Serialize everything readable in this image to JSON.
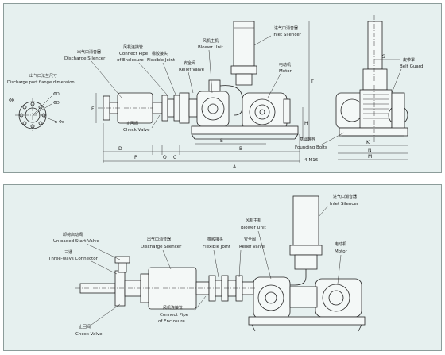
{
  "top": {
    "discharge_port_flange_cn": "出气口法兰尺寸",
    "discharge_port_flange": "Discharge port flange dimension",
    "discharge_silencer_cn": "出气口消音器",
    "discharge_silencer": "Discharge Silencer",
    "connect_pipe_cn": "风机连接管",
    "connect_pipe": "Connect Pipe",
    "of_enclosure": "of Enclosure",
    "flexible_joint_cn": "橡胶接头",
    "flexible_joint": "Flexible Joint",
    "relief_valve_cn": "安全阀",
    "relief_valve": "Relief Valve",
    "blower_unit_cn": "风机主机",
    "blower_unit": "Blower Unit",
    "inlet_silencer_cn": "进气口消音器",
    "inlet_silencer": "Inlet Silencer",
    "motor_cn": "电动机",
    "motor": "Motor",
    "check_valve_cn": "止回阀",
    "check_valve": "Check Valve",
    "founding_bolts_cn": "基础螺栓",
    "founding_bolts": "Founding Bolts",
    "bolt_spec": "4-M16",
    "belt_guard_cn": "皮带罩",
    "belt_guard": "Belt Guard",
    "dims": {
      "D": "D",
      "P": "P",
      "O": "O",
      "C": "C",
      "A": "A",
      "B": "B",
      "E": "E",
      "F": "F",
      "H": "H",
      "T": "T",
      "S": "S",
      "K": "K",
      "N": "N",
      "M": "M",
      "phiK": "ΦK",
      "phiD1": "ΦD",
      "phiD2": "ΦD",
      "n": "n-Φd"
    }
  },
  "bottom": {
    "inlet_silencer_cn": "进气口消音器",
    "inlet_silencer": "Inlet Silencer",
    "blower_unit_cn": "风机主机",
    "blower_unit": "Blower Unit",
    "motor_cn": "电动机",
    "motor": "Motor",
    "unload_valve_cn": "卸荷启动阀",
    "unload_valve": "Unloaded Start Valve",
    "threeway_cn": "三通",
    "threeway": "Three-ways Connector",
    "discharge_silencer_cn": "出气口消音器",
    "discharge_silencer": "Discharge Silencer",
    "flexible_joint_cn": "橡胶接头",
    "flexible_joint": "Flexible Joint",
    "relief_valve_cn": "安全阀",
    "relief_valve": "Relief Valve",
    "connect_pipe_cn": "风机连接管",
    "connect_pipe": "Connect Pipe",
    "of_enclosure": "of Enclosure",
    "check_valve_cn": "止回阀",
    "check_valve": "Check Valve"
  }
}
